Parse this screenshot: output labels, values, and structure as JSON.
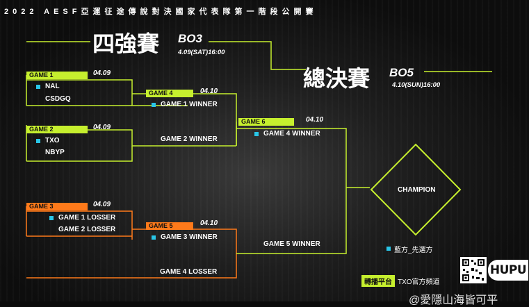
{
  "header": {
    "title": "2022 AESF亞運征途傳說對決國家代表隊第一階段公開賽"
  },
  "stages": {
    "semi": {
      "name": "四強賽",
      "format": "BO3",
      "datetime": "4.09(SAT)16:00"
    },
    "final": {
      "name": "總決賽",
      "format": "BO5",
      "datetime": "4.10(SUN)16:00"
    }
  },
  "games": {
    "g1": {
      "label": "GAME 1",
      "date": "04.09",
      "team1": "NAL",
      "team2": "CSDGQ"
    },
    "g2": {
      "label": "GAME 2",
      "date": "04.09",
      "team1": "TXO",
      "team2": "NBYP"
    },
    "g3": {
      "label": "GAME 3",
      "date": "04.09",
      "team1": "GAME 1 LOSSER",
      "team2": "GAME 2 LOSSER"
    },
    "g4": {
      "label": "GAME 4",
      "date": "04.10",
      "team1": "GAME 1 WINNER",
      "team2": "GAME 2 WINNER"
    },
    "g5": {
      "label": "GAME 5",
      "date": "04.10",
      "team1": "GAME 3 WINNER",
      "team2": "GAME 4 LOSSER"
    },
    "g6": {
      "label": "GAME 6",
      "date": "04.10",
      "team1": "GAME 4 WINNER",
      "team2": "GAME 5 WINNER"
    }
  },
  "champion": "CHAMPION",
  "legend": "藍方_先選方",
  "broadcast": {
    "label": "轉播平台",
    "channel": "TXO官方頻道"
  },
  "logo": "HUPU",
  "watermark": "@愛隱山海皆可平",
  "colors": {
    "green": "#c6ef2e",
    "orange": "#ff7a1a",
    "blue_side": "#29c6e8"
  }
}
